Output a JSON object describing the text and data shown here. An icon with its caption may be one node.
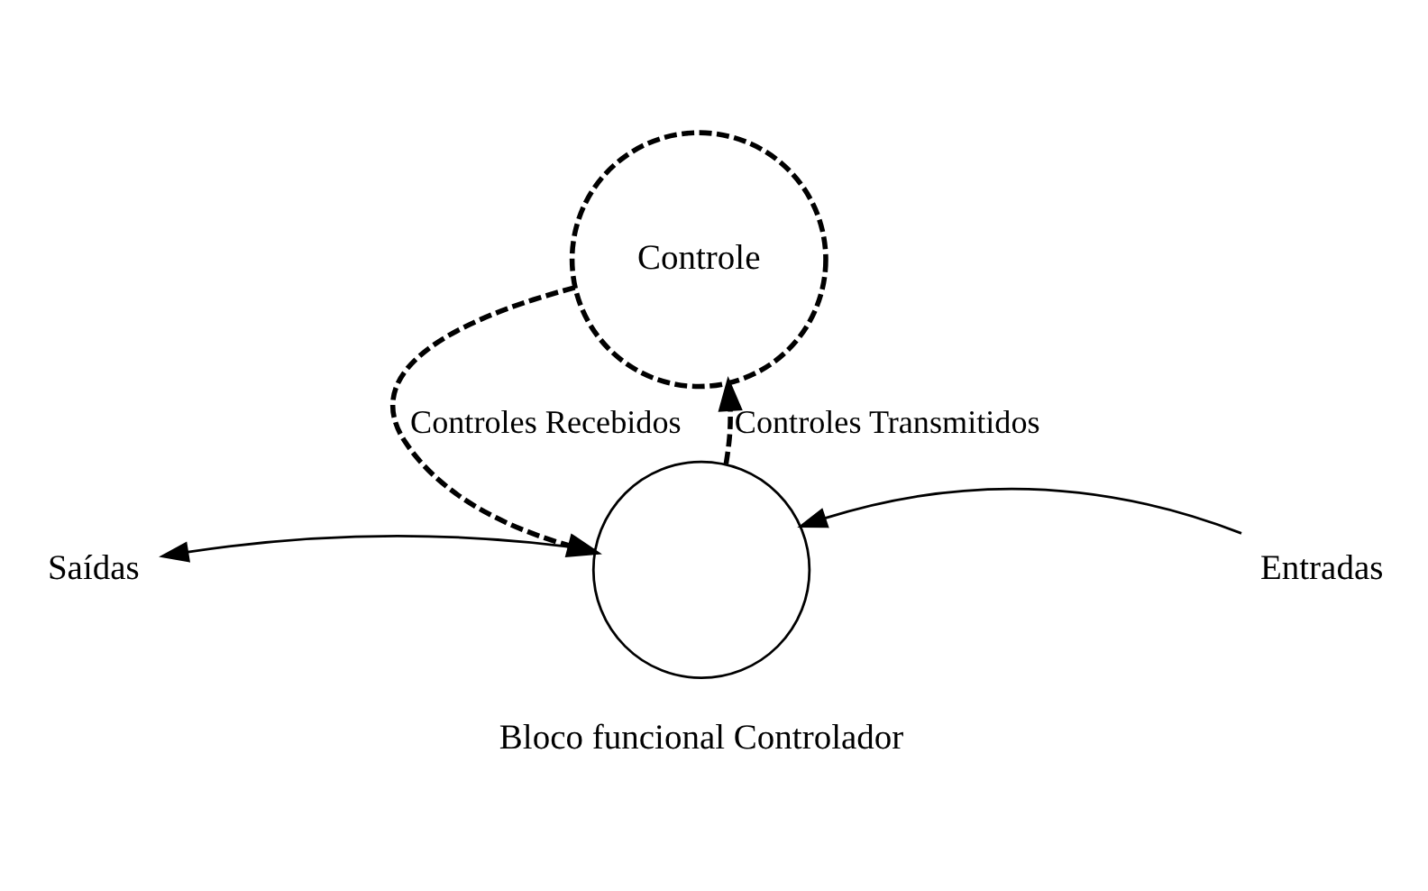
{
  "diagram": {
    "nodes": [
      {
        "text": [
          "Controle"
        ]
      },
      {
        "text": [],
        "shape": "circle",
        "beside": [
          "Bloco funcional Controlador"
        ]
      },
      {
        "text": [
          "Saídas"
        ]
      },
      {
        "text": [
          "Entradas"
        ]
      }
    ],
    "edges": [
      {
        "from": 0,
        "to": 1,
        "arrow": "to",
        "style": "dashed",
        "label": "Controles Recebidos"
      },
      {
        "from": 1,
        "to": 0,
        "arrow": "to",
        "style": "dashed",
        "label": "Controles Transmitidos"
      },
      {
        "from": 1,
        "to": 2,
        "arrow": "to"
      },
      {
        "from": 3,
        "to": 1,
        "arrow": "to"
      }
    ]
  }
}
